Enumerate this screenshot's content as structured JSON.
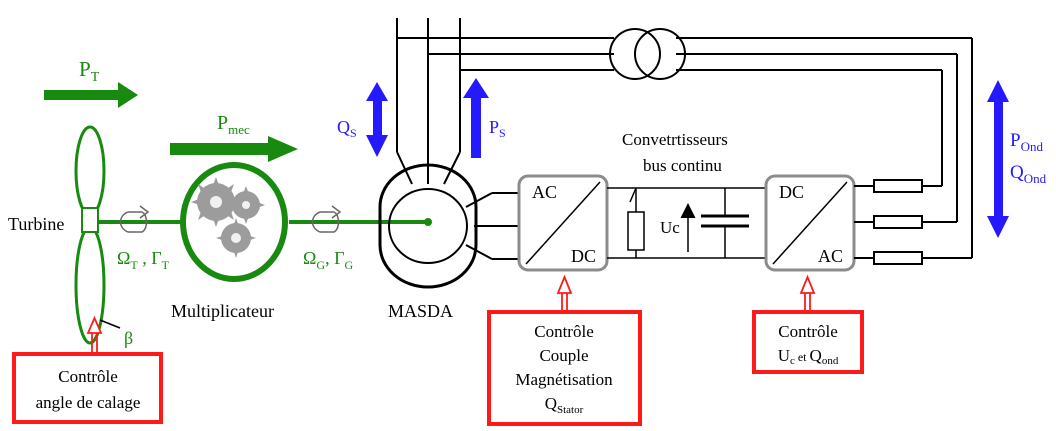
{
  "labels": {
    "pt_main": "P",
    "pt_sub": "T",
    "pmec_main": "P",
    "pmec_sub": "mec",
    "turbine": "Turbine",
    "omega_t_main": "Ω",
    "omega_t_sub1": "T",
    "omega_t_sep": " , Γ",
    "omega_t_sub2": "T",
    "omega_g_main": "Ω",
    "omega_g_sub1": "G",
    "omega_g_sep": ", Γ",
    "omega_g_sub2": "G",
    "beta": "β",
    "multiplicateur": "Multiplicateur",
    "masda": "MASDA",
    "qs_main": "Q",
    "qs_sub": "S",
    "ps_main": "P",
    "ps_sub": "S",
    "converter_title_1": "Convetrtisseurs",
    "converter_title_2": "bus continu",
    "uc": "Uc",
    "ac_left": "AC",
    "dc_left": "DC",
    "dc_right": "DC",
    "ac_right": "AC",
    "pond_main": "P",
    "pond_sub": "Ond",
    "qond_main": "Q",
    "qond_sub": "Ond",
    "box1_line1": "Contrôle",
    "box1_line2": "angle de calage",
    "box2_line1": "Contrôle",
    "box2_line2": "Couple",
    "box2_line3": "Magnétisation",
    "box2_line4_main": "Q",
    "box2_line4_sub": "Stator",
    "box3_line1": "Contrôle",
    "box3_line2_a_main": "U",
    "box3_line2_a_sub": "c",
    "box3_line2_mid": " et ",
    "box3_line2_b_main": "Q",
    "box3_line2_b_sub": "ond"
  },
  "colors": {
    "green": "#178a0f",
    "blue": "#2419ff",
    "red": "#ff1a1a",
    "black": "#000000",
    "gray": "#8c8c8c",
    "gear": "#9c9c9c"
  }
}
